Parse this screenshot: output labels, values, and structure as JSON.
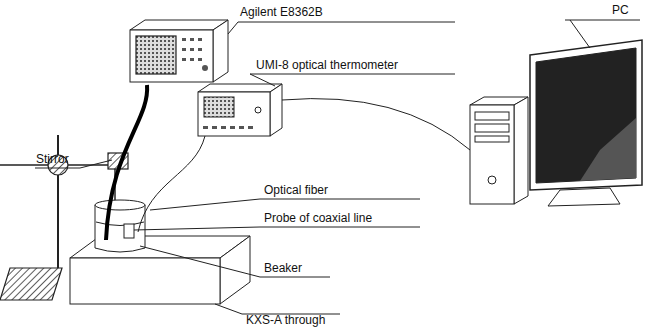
{
  "diagram": {
    "labels": [
      "Agilent E8362B",
      "UMI-8 optical thermometer",
      "PC",
      "Stirror",
      "Optical fiber",
      "Probe of coaxial line",
      "Beaker",
      "KXS-A through"
    ]
  }
}
